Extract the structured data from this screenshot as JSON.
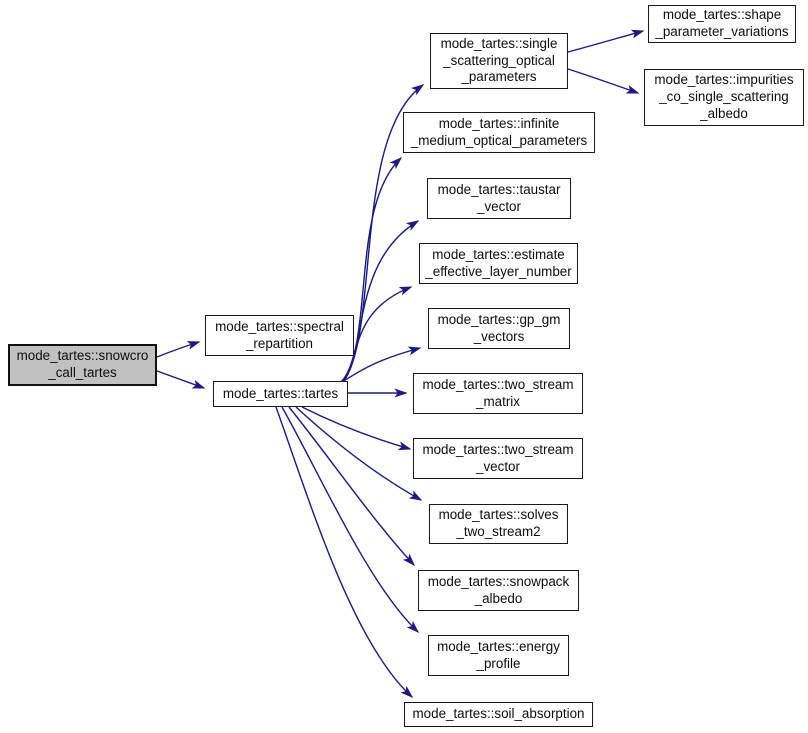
{
  "diagram": {
    "kind": "call-graph",
    "colors": {
      "edge": "#1b1b82",
      "node_fill": "#ffffff",
      "node_border": "#1a1a1a",
      "root_node_fill": "#c1c1c1",
      "background": "#ffffff"
    }
  },
  "nodes": {
    "snowcro_call_tartes": {
      "label": "mode_tartes::snowcro\n_call_tartes",
      "root": true
    },
    "spectral_repartition": {
      "label": "mode_tartes::spectral\n_repartition"
    },
    "tartes": {
      "label": "mode_tartes::tartes"
    },
    "single_scattering_optical_parameters": {
      "label": "mode_tartes::single\n_scattering_optical\n_parameters"
    },
    "shape_parameter_variations": {
      "label": "mode_tartes::shape\n_parameter_variations"
    },
    "impurities_co_single_scattering_albedo": {
      "label": "mode_tartes::impurities\n_co_single_scattering\n_albedo"
    },
    "infinite_medium_optical_parameters": {
      "label": "mode_tartes::infinite\n_medium_optical_parameters"
    },
    "taustar_vector": {
      "label": "mode_tartes::taustar\n_vector"
    },
    "estimate_effective_layer_number": {
      "label": "mode_tartes::estimate\n_effective_layer_number"
    },
    "gp_gm_vectors": {
      "label": "mode_tartes::gp_gm\n_vectors"
    },
    "two_stream_matrix": {
      "label": "mode_tartes::two_stream\n_matrix"
    },
    "two_stream_vector": {
      "label": "mode_tartes::two_stream\n_vector"
    },
    "solves_two_stream2": {
      "label": "mode_tartes::solves\n_two_stream2"
    },
    "snowpack_albedo": {
      "label": "mode_tartes::snowpack\n_albedo"
    },
    "energy_profile": {
      "label": "mode_tartes::energy\n_profile"
    },
    "soil_absorption": {
      "label": "mode_tartes::soil_absorption"
    }
  },
  "edges": [
    {
      "from": "snowcro_call_tartes",
      "to": "spectral_repartition"
    },
    {
      "from": "snowcro_call_tartes",
      "to": "tartes"
    },
    {
      "from": "tartes",
      "to": "single_scattering_optical_parameters"
    },
    {
      "from": "tartes",
      "to": "infinite_medium_optical_parameters"
    },
    {
      "from": "tartes",
      "to": "taustar_vector"
    },
    {
      "from": "tartes",
      "to": "estimate_effective_layer_number"
    },
    {
      "from": "tartes",
      "to": "gp_gm_vectors"
    },
    {
      "from": "tartes",
      "to": "two_stream_matrix"
    },
    {
      "from": "tartes",
      "to": "two_stream_vector"
    },
    {
      "from": "tartes",
      "to": "solves_two_stream2"
    },
    {
      "from": "tartes",
      "to": "snowpack_albedo"
    },
    {
      "from": "tartes",
      "to": "energy_profile"
    },
    {
      "from": "tartes",
      "to": "soil_absorption"
    },
    {
      "from": "single_scattering_optical_parameters",
      "to": "shape_parameter_variations"
    },
    {
      "from": "single_scattering_optical_parameters",
      "to": "impurities_co_single_scattering_albedo"
    }
  ]
}
